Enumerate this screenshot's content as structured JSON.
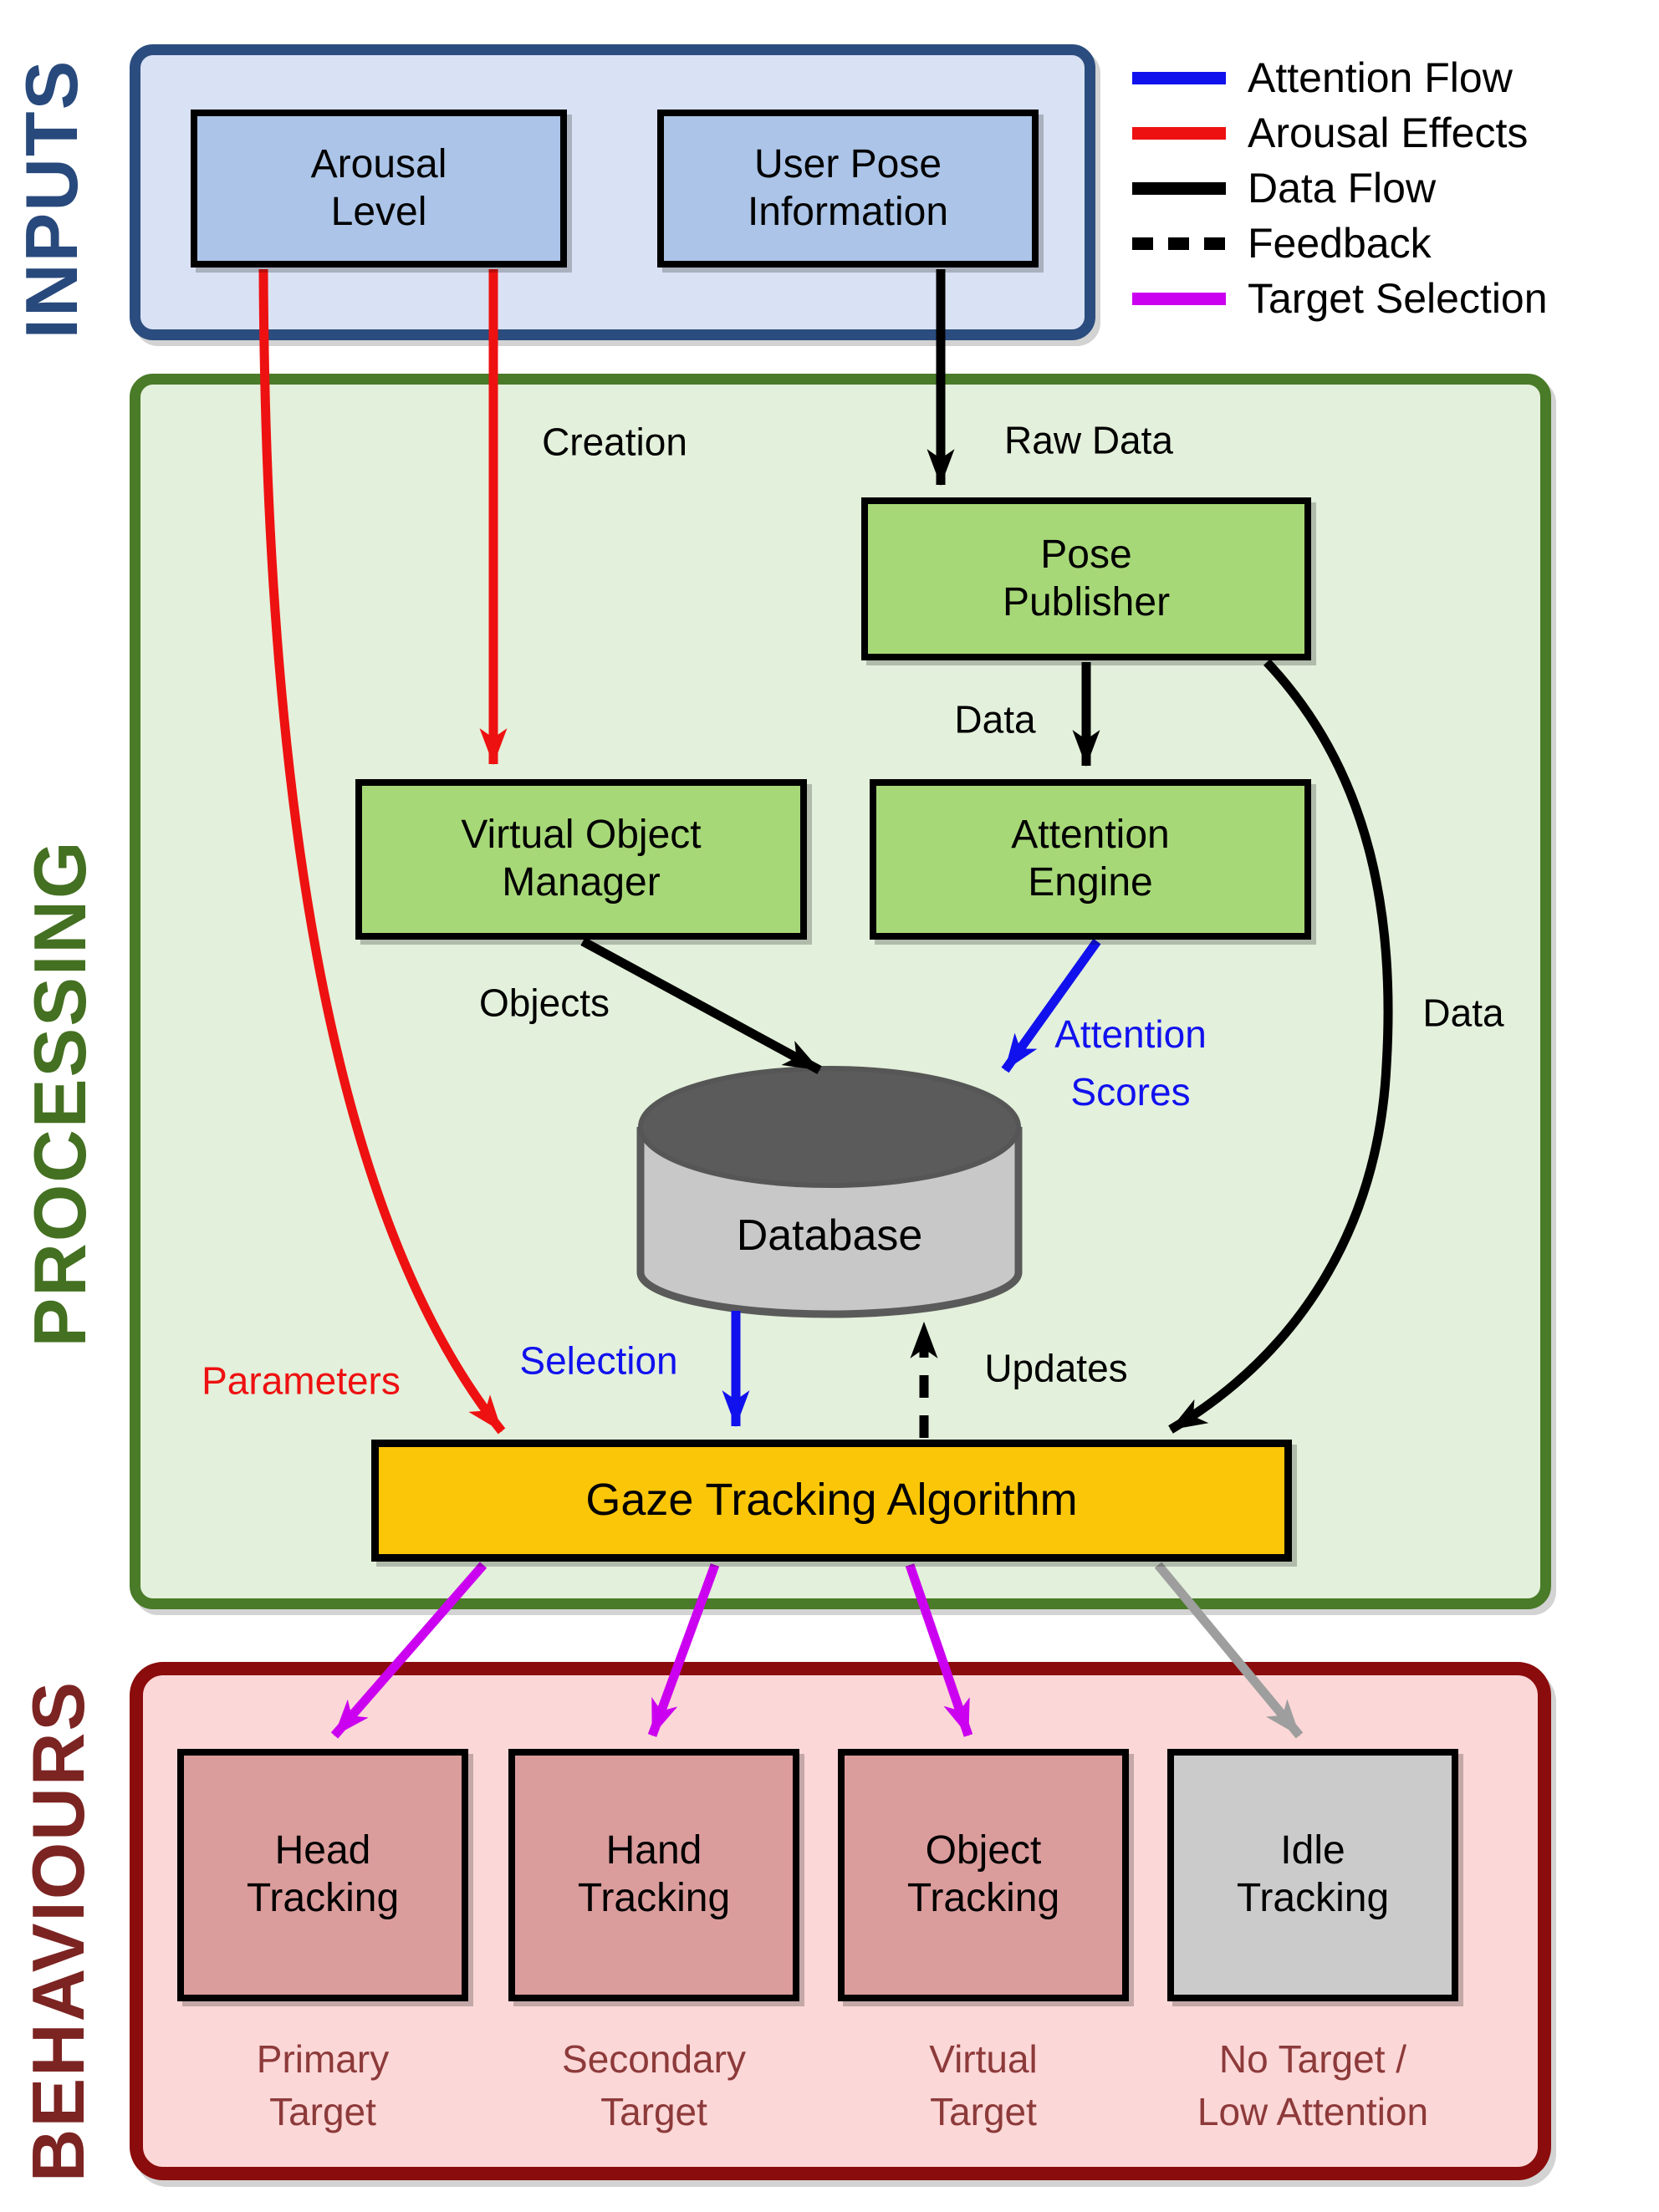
{
  "inputs": {
    "title": "INPUTS",
    "arousal_label": "Arousal\nLevel",
    "user_pose_label": "User Pose\nInformation"
  },
  "processing": {
    "title": "PROCESSING",
    "pose_publisher_label": "Pose\nPublisher",
    "virtual_object_manager_label": "Virtual Object\nManager",
    "attention_engine_label": "Attention\nEngine",
    "database_label": "Database",
    "gaze_tracking_label": "Gaze Tracking Algorithm"
  },
  "behaviours": {
    "title": "BEHAVIOURS",
    "items": [
      {
        "label": "Head\nTracking",
        "caption": "Primary\nTarget"
      },
      {
        "label": "Hand\nTracking",
        "caption": "Secondary\nTarget"
      },
      {
        "label": "Object\nTracking",
        "caption": "Virtual\nTarget"
      },
      {
        "label": "Idle\nTracking",
        "caption": "No Target /\nLow Attention"
      }
    ]
  },
  "legend": {
    "items": [
      {
        "label": "Attention Flow",
        "color": "#1111EE",
        "style": "solid"
      },
      {
        "label": "Arousal Effects",
        "color": "#EE1111",
        "style": "solid"
      },
      {
        "label": "Data Flow",
        "color": "#000000",
        "style": "solid"
      },
      {
        "label": "Feedback",
        "color": "#000000",
        "style": "dashed"
      },
      {
        "label": "Target Selection",
        "color": "#CC00F0",
        "style": "solid"
      }
    ]
  },
  "flow_labels": {
    "creation": "Creation",
    "raw_data": "Raw Data",
    "data_pose": "Data",
    "objects": "Objects",
    "attention_scores": "Attention\nScores",
    "data_curve": "Data",
    "selection": "Selection",
    "updates": "Updates",
    "parameters": "Parameters"
  },
  "colors": {
    "attention_flow": "#1111EE",
    "arousal_effects": "#EE1111",
    "data_flow": "#000000",
    "feedback": "#000000",
    "target_selection": "#CC00F0",
    "idle_flow": "#9E9E9E",
    "inputs_accent": "#2B4C7E",
    "processing_accent": "#4A7B28",
    "behaviours_accent": "#8B0C0C",
    "gaze_box": "#FCC608"
  }
}
